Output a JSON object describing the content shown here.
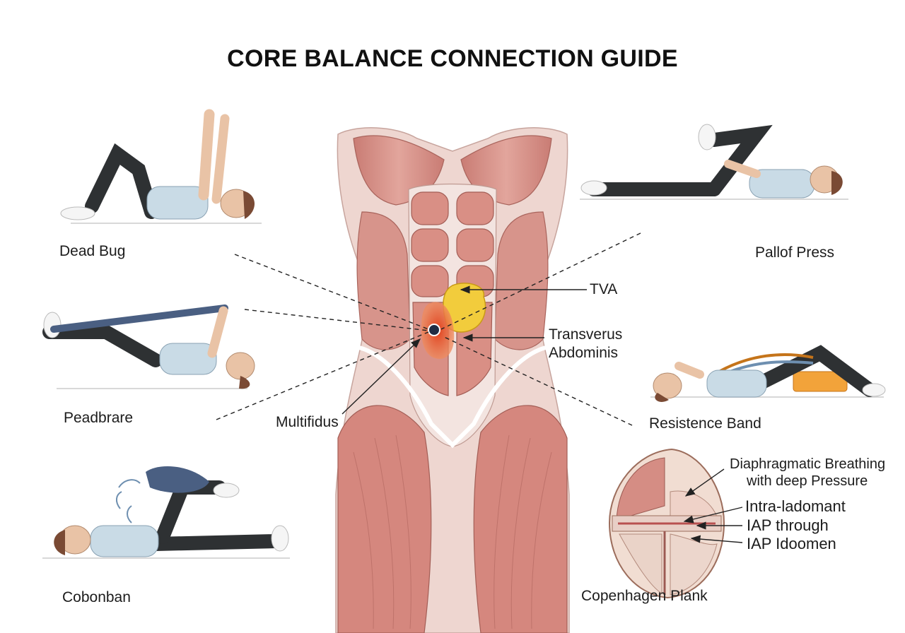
{
  "title": "CORE BALANCE CONNECTION GUIDE",
  "exercises": {
    "dead_bug": "Dead Bug",
    "peadbrare": "Peadbrare",
    "cobonban": "Cobonban",
    "pallof_press": "Pallof Press",
    "resistence_band": "Resistence Band",
    "copenhagen_plank": "Copenhagen Plank"
  },
  "anatomy": {
    "tva": "TVA",
    "transverus_line1": "Transverus",
    "transverus_line2": "Abdominis",
    "multifidus": "Multifidus"
  },
  "breathing": {
    "line1": "Diaphragmatic Breathing",
    "line2": "with deep Pressure",
    "line3": "Intra-ladomant",
    "line4": "IAP through",
    "line5": "IAP Idoomen"
  },
  "colors": {
    "muscle": "#d9938a",
    "muscle_dark": "#b86a63",
    "tva_yellow": "#f2cc3c",
    "core_orange": "#e8603a",
    "band_blue": "#4a5f82",
    "legging": "#2e3133",
    "shirt": "#c9dbe6",
    "skin": "#e9c3a6"
  }
}
